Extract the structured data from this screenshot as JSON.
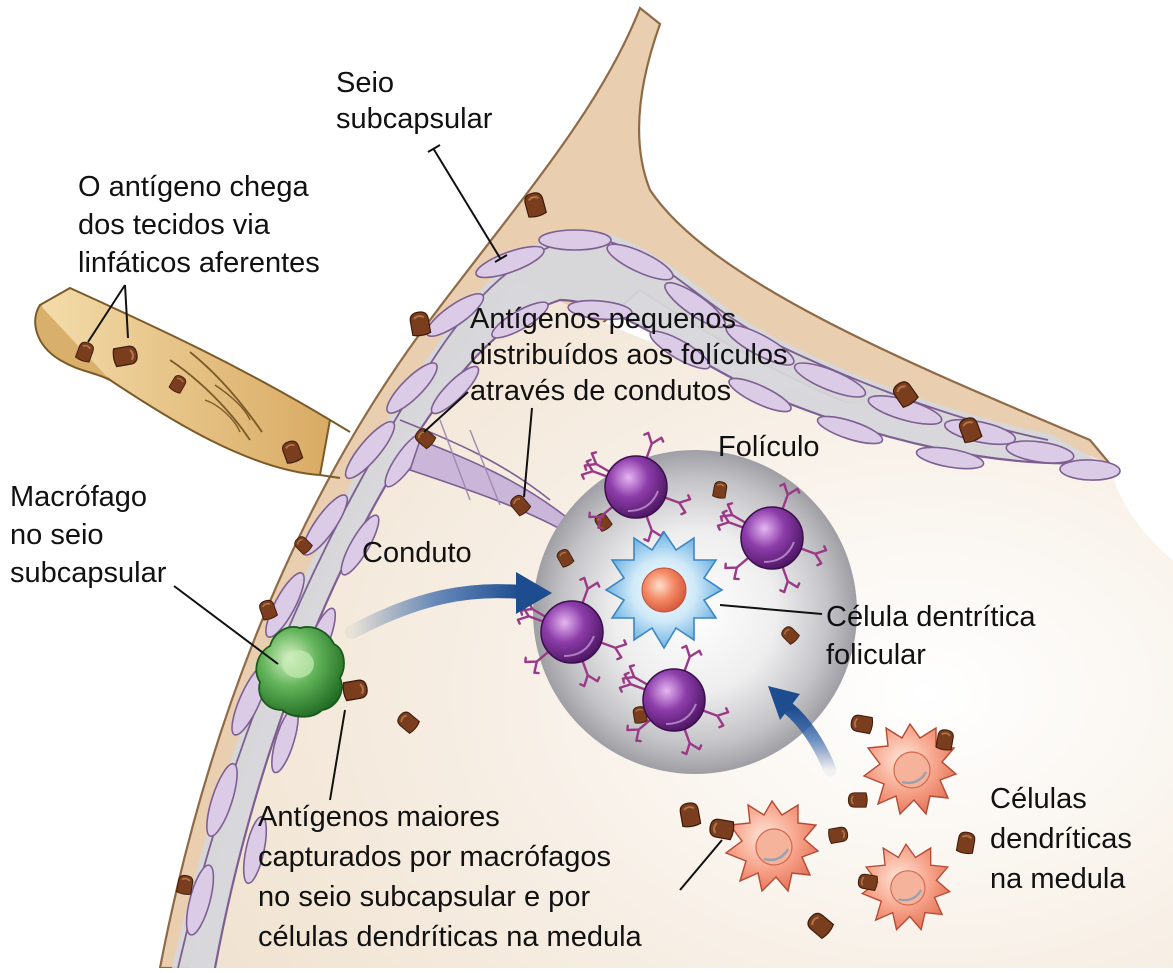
{
  "labels": {
    "subcapsular_sinus": [
      "Seio",
      "subcapsular"
    ],
    "antigen_arrives": [
      "O antígeno chega",
      "dos tecidos via",
      "linfáticos aferentes"
    ],
    "small_antigens": [
      "Antígenos pequenos",
      "distribuídos aos folículos",
      "através de condutos"
    ],
    "follicle": "Folículo",
    "macrophage": [
      "Macrófago",
      "no seio",
      "subcapsular"
    ],
    "conduit": "Conduto",
    "fdc": [
      "Célula dentrítica",
      "folicular"
    ],
    "large_antigens": [
      "Antígenos maiores",
      "capturados por macrófagos",
      "no seio subcapsular e por",
      "células dendríticas na medula"
    ],
    "medulla_dc": [
      "Células",
      "dendríticas",
      "na medula"
    ]
  },
  "colors": {
    "capsule": "#e9cfb0",
    "capsule_stroke": "#8f6a46",
    "sinus": "#d8d8dc",
    "endothelium": "#dccbe6",
    "endothelium_stroke": "#7d5f92",
    "node_interior": "#f5ebdf",
    "lymphatic": "#e8c78a",
    "lymphatic_stroke": "#7a5a28",
    "antigen": "#7a3e1e",
    "macrophage": "#3f9a3a",
    "b_cell": "#7a2f96",
    "b_cell_receptor": "#9a3a86",
    "fdc_halo": "#8cc7ea",
    "fdc_core": "#f08a6a",
    "medulla_dc": "#f49a80",
    "arrow": "#1d4c8f",
    "follicle": "#b2b2b8"
  },
  "icons": [
    "antigen-icon",
    "macrophage-icon",
    "b-cell-icon",
    "follicular-dendritic-cell-icon",
    "medullary-dendritic-cell-icon",
    "arrow-icon"
  ]
}
